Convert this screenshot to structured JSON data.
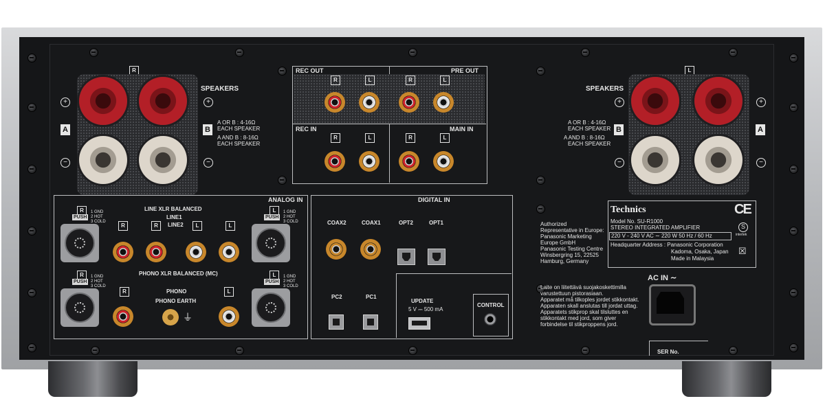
{
  "speakers": {
    "right": {
      "channel": "R",
      "title": "SPEAKERS",
      "a_label": "A",
      "b_label": "B",
      "spec_a": "A OR B : 4-16Ω",
      "spec_a2": "EACH SPEAKER",
      "spec_b": "A AND B : 8-16Ω",
      "spec_b2": "EACH SPEAKER",
      "plus": "+",
      "minus": "−"
    },
    "left": {
      "channel": "L",
      "title": "SPEAKERS",
      "a_label": "A",
      "b_label": "B",
      "spec_a": "A OR B : 4-16Ω",
      "spec_a2": "EACH SPEAKER",
      "spec_b": "A AND B : 8-16Ω",
      "spec_b2": "EACH SPEAKER",
      "plus": "+",
      "minus": "−"
    }
  },
  "preamp": {
    "rec_out": "REC OUT",
    "pre_out": "PRE OUT",
    "rec_in": "REC IN",
    "main_in": "MAIN IN",
    "r": "R",
    "l": "L"
  },
  "analog": {
    "section": "ANALOG IN",
    "line_xlr": "LINE XLR BALANCED",
    "line1": "LINE1",
    "line2": "LINE2",
    "phono_xlr": "PHONO XLR BALANCED (MC)",
    "phono": "PHONO",
    "phono_earth": "PHONO EARTH",
    "pins1": "1 GND",
    "pins2": "2 HOT",
    "pins3": "3 COLD",
    "push": "PUSH",
    "r": "R",
    "l": "L"
  },
  "digital": {
    "section": "DIGITAL IN",
    "coax2": "COAX2",
    "coax1": "COAX1",
    "opt2": "OPT2",
    "opt1": "OPT1",
    "pc2": "PC2",
    "pc1": "PC1",
    "update": "UPDATE",
    "update_spec": "5 V ⎓ 500 mA",
    "control": "CONTROL"
  },
  "label": {
    "brand": "Technics",
    "ce": "CE",
    "model": "Model No.  SU-R1000",
    "desc": "STEREO INTEGRATED AMPLIFIER",
    "rating": "220 V - 240 V  AC  ∼  220 W  50 Hz / 60 Hz",
    "hq": "Headquarter Address : Panasonic Corporation",
    "hq2": "Kadoma, Osaka, Japan",
    "made": "Made in Malaysia",
    "auth": [
      "Authorized",
      "Representative in Europe:",
      "Panasonic Marketing",
      "Europe GmbH",
      "Panasonic Testing Centre",
      "Winsbergring 15, 22525",
      "Hamburg, Germany"
    ],
    "warning": [
      "Laite on liitettävä suojakoskettimilla",
      "varustettuun pistorasiaan.",
      "Apparatet må tilkoples jordet stikkontakt.",
      "Apparaten skall anslutas till jordat uttag.",
      "Apparatets stikprop skal tilsluttes en",
      "stikkontakt med jord, som giver",
      "forbindelse til stikproppens jord."
    ],
    "ac_in": "AC IN ∼",
    "ser": "SER No.",
    "intertek": "intertek",
    "s_mark": "S",
    "bin": "☒"
  },
  "colors": {
    "panel": "#151618",
    "chassis": "#b8babd",
    "red_post": "#b31f27",
    "white_post": "#ddd6cb"
  }
}
